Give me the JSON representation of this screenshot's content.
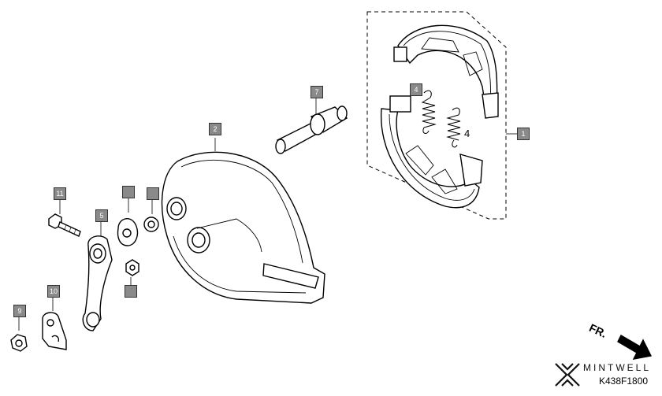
{
  "parts": [
    {
      "ref": "1"
    },
    {
      "ref": "2"
    },
    {
      "ref": "4"
    },
    {
      "ref": "5"
    },
    {
      "ref": "7"
    },
    {
      "ref": "9"
    },
    {
      "ref": "10"
    },
    {
      "ref": "11"
    }
  ],
  "second_spring_label": "4",
  "direction_label": "FR.",
  "brand": "MINTWELL",
  "diagram_code": "K438F1800"
}
